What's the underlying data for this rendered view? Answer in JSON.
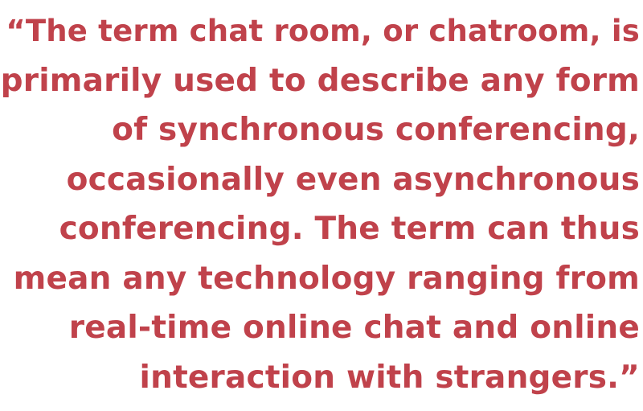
{
  "quote": {
    "color": "#c0424b",
    "lines": [
      "“The term chat room, or chatroom, is",
      "primarily used to describe any form",
      "of synchronous conferencing,",
      "occasionally even asynchronous",
      "conferencing. The term can thus",
      "mean any technology ranging from",
      "real-time online chat and online",
      "interaction with strangers.”"
    ]
  }
}
